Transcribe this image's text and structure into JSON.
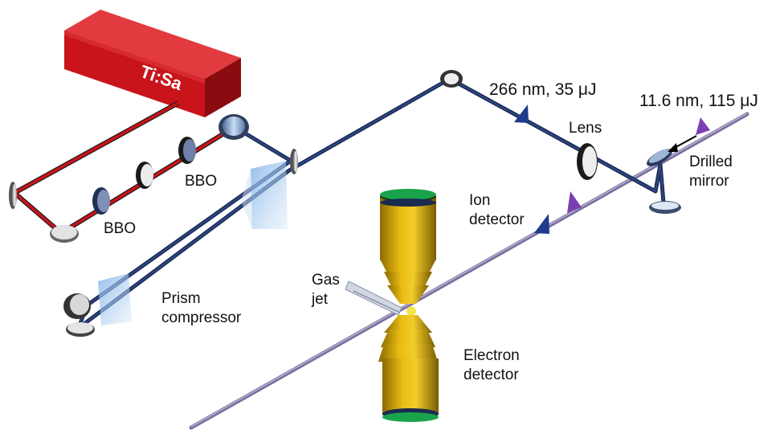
{
  "laser": {
    "label": "Ti:Sa"
  },
  "labels": {
    "bbo_1": "BBO",
    "bbo_2": "BBO",
    "prism": [
      "Prism",
      "compressor"
    ],
    "uv_pulse": "266 nm, 35 μJ",
    "xuv_pulse": "11.6 nm, 115 μJ",
    "lens": "Lens",
    "drilled_mirror": [
      "Drilled",
      "mirror"
    ],
    "ion_detector": [
      "Ion",
      "detector"
    ],
    "gas_jet": [
      "Gas",
      "jet"
    ],
    "electron_detector": [
      "Electron",
      "detector"
    ]
  },
  "colors": {
    "laser_body": "#c8141a",
    "fundamental_beam": "#c8141a",
    "uv_beam": "#1c2d5a",
    "xuv_beam": "#7a6e9e",
    "uv_pulse_marker": "#1f3b8c",
    "xuv_pulse_marker": "#7b3fb0",
    "detector": "#d9a400",
    "detector_cap": "#1aa34a"
  }
}
